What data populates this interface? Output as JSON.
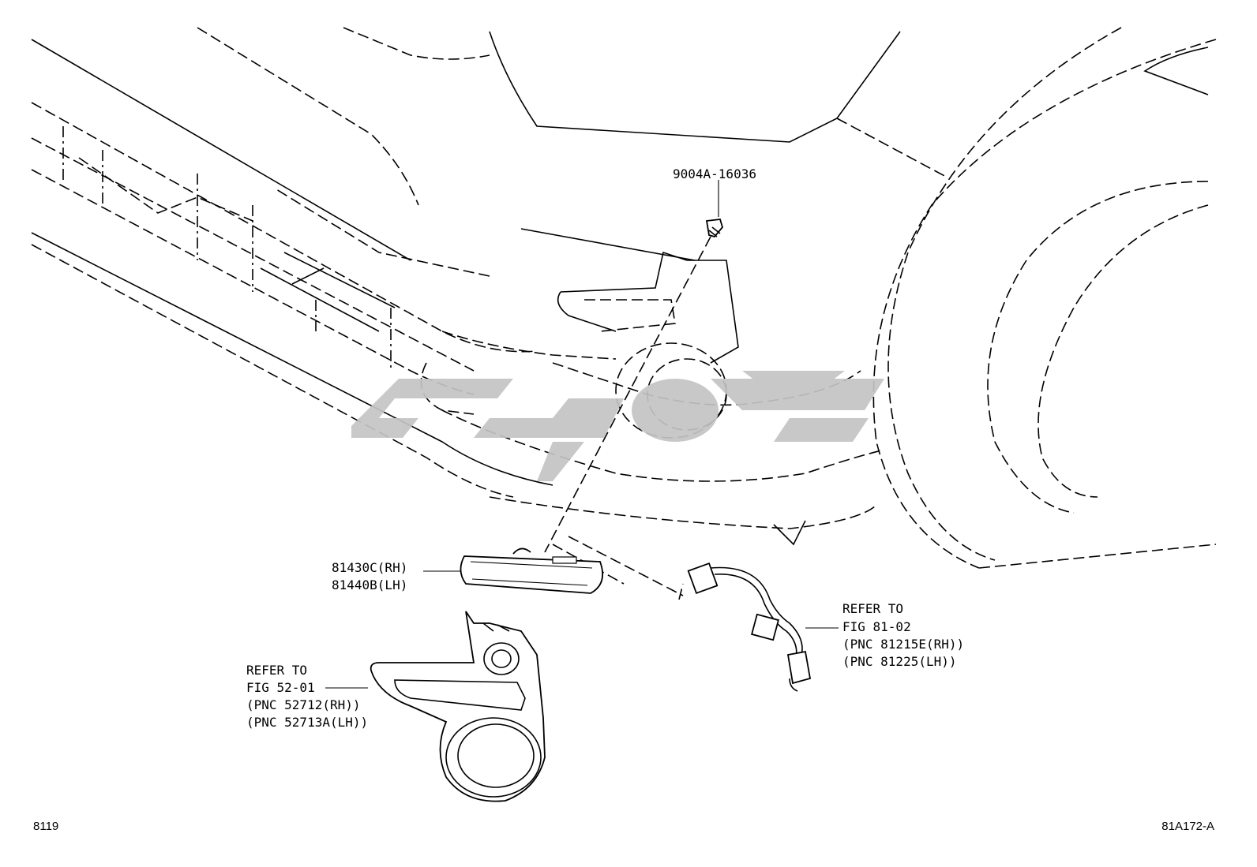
{
  "callouts": {
    "bolt": "9004A-16036",
    "lamp_rh": "81430C(RH)",
    "lamp_lh": "81440B(LH)",
    "wire_ref": [
      "REFER TO",
      "FIG 81-02",
      "(PNC 81215E(RH))",
      "(PNC 81225(LH))"
    ],
    "cover_ref": [
      "REFER TO",
      "FIG 52-01",
      "(PNC 52712(RH))",
      "(PNC 52713A(LH))"
    ]
  },
  "footer": {
    "left_code": "8119",
    "right_code": "81A172-A"
  },
  "watermark": {
    "color": "#c4c4c4",
    "icon": "brand-logo-watermark"
  }
}
